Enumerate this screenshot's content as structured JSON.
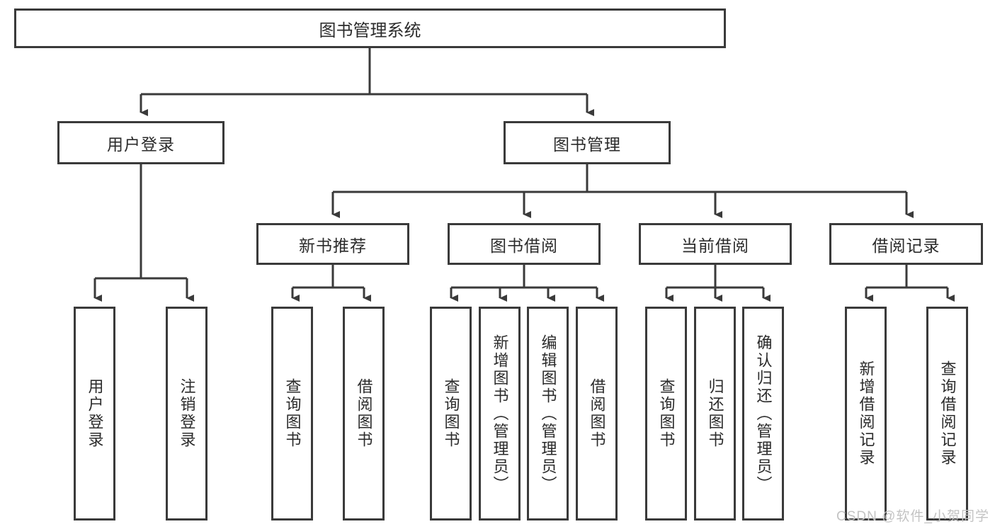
{
  "diagram": {
    "title": "图书管理系统",
    "root": {
      "label": "图书管理系统"
    },
    "level2": [
      {
        "label": "用户登录"
      },
      {
        "label": "图书管理"
      }
    ],
    "level3": [
      {
        "label": "新书推荐"
      },
      {
        "label": "图书借阅"
      },
      {
        "label": "当前借阅"
      },
      {
        "label": "借阅记录"
      }
    ],
    "leaves": [
      {
        "label": "用户登录"
      },
      {
        "label": "注销登录"
      },
      {
        "label": "查询图书"
      },
      {
        "label": "借阅图书"
      },
      {
        "label": "查询图书"
      },
      {
        "label": "新增图书（管理员）"
      },
      {
        "label": "编辑图书（管理员）"
      },
      {
        "label": "借阅图书"
      },
      {
        "label": "查询图书"
      },
      {
        "label": "归还图书"
      },
      {
        "label": "确认归还（管理员）"
      },
      {
        "label": "新增借阅记录"
      },
      {
        "label": "查询借阅记录"
      }
    ]
  },
  "watermark": {
    "text": "CSDN @软件_小贺同学"
  },
  "colors": {
    "stroke": "#3a3a3a",
    "fill": "#ffffff",
    "text": "#2b2b2b",
    "watermark": "#c3c3c3"
  }
}
